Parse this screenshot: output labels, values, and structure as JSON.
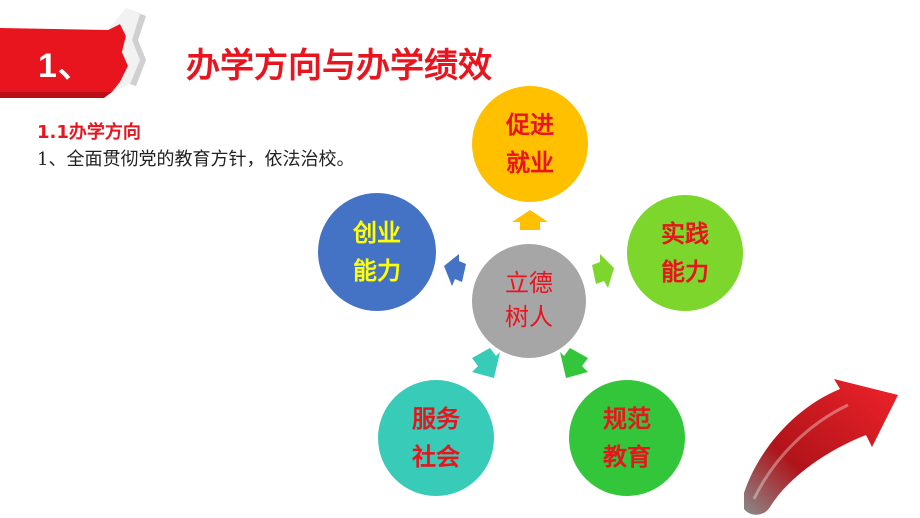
{
  "header": {
    "section_number": "1、",
    "title": "办学方向与办学绩效"
  },
  "content": {
    "sub_heading": "1.1办学方向",
    "body": "1、全面贯彻党的教育方针，依法治校。"
  },
  "diagram": {
    "center": {
      "line1": "立德",
      "line2": "树人"
    },
    "nodes": {
      "top": {
        "line1": "促进",
        "line2": "就业"
      },
      "right": {
        "line1": "实践",
        "line2": "能力"
      },
      "left": {
        "line1": "创业",
        "line2": "能力"
      },
      "bottom_left": {
        "line1": "服务",
        "line2": "社会"
      },
      "bottom_right": {
        "line1": "规范",
        "line2": "教育"
      }
    }
  },
  "colors": {
    "accent_red": "#e8141e",
    "top": "#ffc000",
    "right": "#7cd62c",
    "left": "#4472c4",
    "bottom_left": "#38cbb8",
    "bottom_right": "#33c63a",
    "center": "#a6a6a6"
  },
  "icons": {
    "banner": "torn-paper-red-banner",
    "decoration": "red-curved-arrow-icon"
  }
}
